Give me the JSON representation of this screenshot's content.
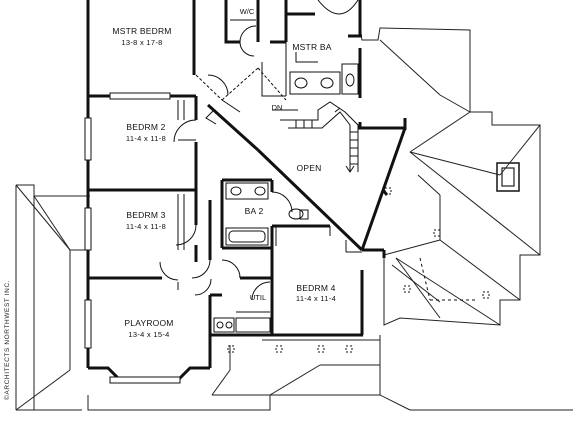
{
  "rooms": {
    "master_bedroom": {
      "name": "MSTR BEDRM",
      "dims": "13-8 x 17-8"
    },
    "walk_in_closet": {
      "name": "W/C"
    },
    "master_bath": {
      "name": "MSTR BA"
    },
    "bedroom_2": {
      "name": "BEDRM 2",
      "dims": "11-4 x 11-8"
    },
    "bedroom_3": {
      "name": "BEDRM 3",
      "dims": "11-4 x 11-8"
    },
    "bath_2": {
      "name": "BA 2"
    },
    "bedroom_4": {
      "name": "BEDRM 4",
      "dims": "11-4 x 11-4"
    },
    "utility": {
      "name": "UTIL"
    },
    "playroom": {
      "name": "PLAYROOM",
      "dims": "13-4 x 15-4"
    },
    "open_to_below": {
      "name": "OPEN"
    },
    "stairs_down": {
      "name": "DN"
    }
  },
  "credit": "©ARCHITECTS NORTHWEST INC."
}
